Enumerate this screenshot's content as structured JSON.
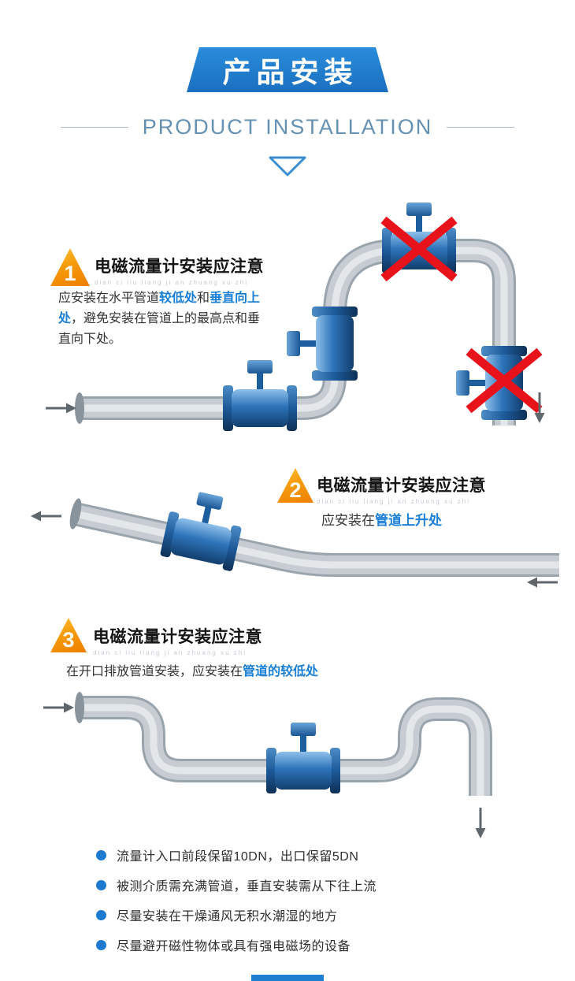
{
  "header": {
    "banner_title": "产品安装",
    "subtitle": "PRODUCT INSTALLATION"
  },
  "sections": [
    {
      "number": "1",
      "title": "电磁流量计安装应注意",
      "pinyin": "dian ci liu liang ji an zhuang xu zhi",
      "text_parts": {
        "p1": "应安装在水平管道",
        "h1": "较低处",
        "p2": "和",
        "h2": "垂直向上处",
        "p3": "，避免安装在管道上的最高点和垂直向下处。"
      }
    },
    {
      "number": "2",
      "title": "电磁流量计安装应注意",
      "pinyin": "dian ci liu liang ji an zhuang xu zhi",
      "text_parts": {
        "p1": "应安装在",
        "h1": "管道上升处"
      }
    },
    {
      "number": "3",
      "title": "电磁流量计安装应注意",
      "pinyin": "dian ci liu liang ji an zhuang xu zhi",
      "text_parts": {
        "p1": "在开口排放管道安装，应安装在",
        "h1": "管道的较低处"
      }
    }
  ],
  "notes": [
    "流量计入口前段保留10DN，出口保留5DN",
    "被测介质需充满管道，垂直安装需从下往上流",
    "尽量安装在干燥通风无积水潮湿的地方",
    "尽量避开磁性物体或具有强电磁场的设备"
  ],
  "colors": {
    "banner_blue": "#1e7fd0",
    "highlight_blue": "#1a7fd4",
    "badge_orange": "#f08200",
    "error_red": "#e8131a",
    "pipe_gray": "#c6ccd2",
    "meter_blue": "#2e74ba"
  }
}
